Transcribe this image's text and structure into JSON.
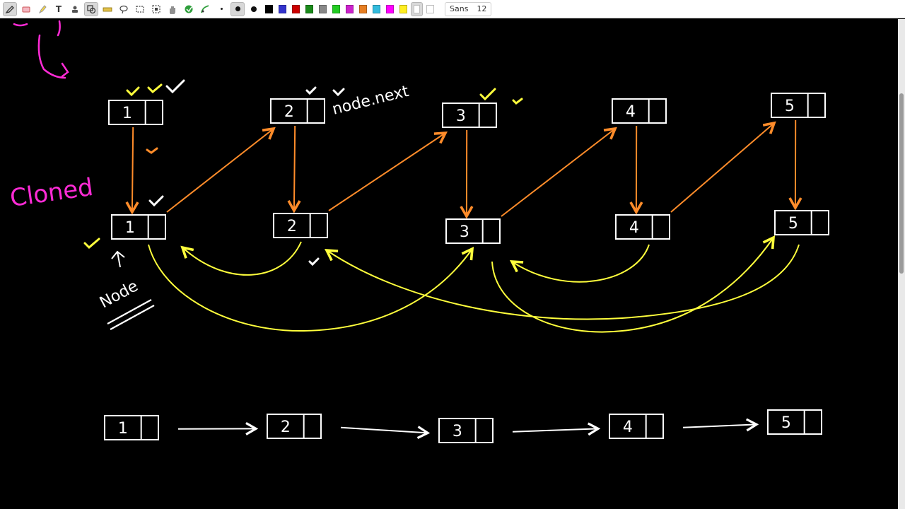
{
  "toolbar": {
    "tools": [
      {
        "name": "pen-tool-icon",
        "active": true
      },
      {
        "name": "eraser-tool-icon"
      },
      {
        "name": "highlighter-tool-icon"
      },
      {
        "name": "text-tool-icon",
        "glyph": "T"
      },
      {
        "name": "image-tool-icon"
      },
      {
        "name": "shape-tool-icon",
        "active": true
      },
      {
        "name": "ruler-tool-icon"
      },
      {
        "name": "lasso-tool-icon"
      },
      {
        "name": "select-rect-tool-icon"
      },
      {
        "name": "select-object-tool-icon"
      },
      {
        "name": "hand-tool-icon"
      },
      {
        "name": "fill-tool-icon"
      },
      {
        "name": "pen-style-tool-icon"
      }
    ],
    "colors": [
      "#000000",
      "#3333cc",
      "#cc0000",
      "#1a8a1a",
      "#888888",
      "#22cc22",
      "#cc22cc",
      "#e67e22",
      "#33bbdd",
      "#ff00ff",
      "#ffee22",
      "#ffffff",
      "#ffffff"
    ],
    "selected_color_index": 11,
    "font": {
      "family": "Sans",
      "size": "12"
    }
  },
  "canvas": {
    "background": "#000000",
    "labels": {
      "cloned": "Cloned",
      "node": "Node",
      "node_next": "node.next"
    },
    "original_nodes": [
      "1",
      "2",
      "3",
      "4",
      "5"
    ],
    "cloned_nodes": [
      "1",
      "2",
      "3",
      "4",
      "5"
    ],
    "result_nodes": [
      "1",
      "2",
      "3",
      "4",
      "5"
    ],
    "colors": {
      "box": "#ffffff",
      "next_arrow": "#ff8c2a",
      "random_arrow": "#ffff3c",
      "label": "#ff2bd6",
      "check_yellow": "#ffff3c",
      "check_white": "#ffffff",
      "check_orange": "#ff8c2a"
    }
  }
}
